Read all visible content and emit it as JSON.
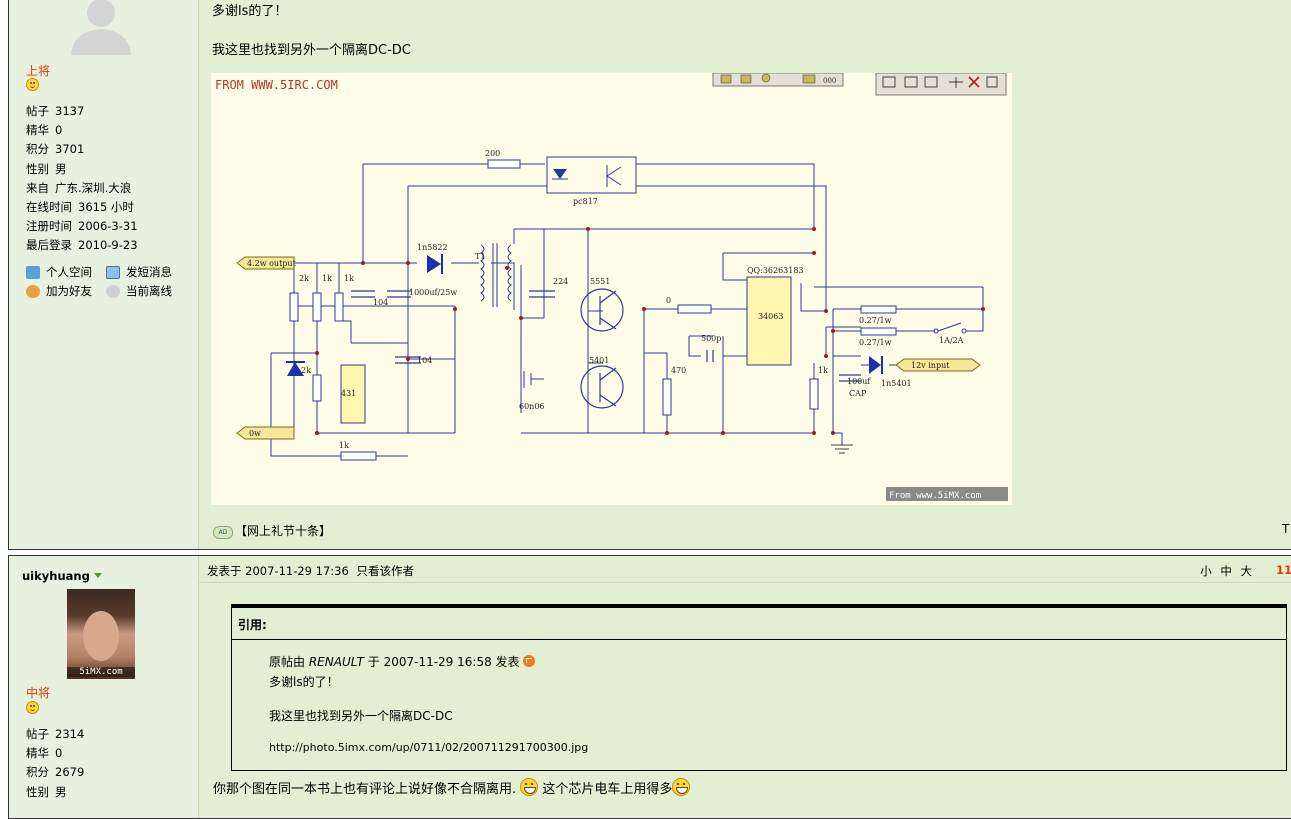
{
  "post1": {
    "rank": "上将",
    "stats": [
      {
        "label": "帖子",
        "value": "3137"
      },
      {
        "label": "精华",
        "value": "0"
      },
      {
        "label": "积分",
        "value": "3701"
      },
      {
        "label": "性别",
        "value": "男"
      },
      {
        "label": "来自",
        "value": "广东.深圳.大浪"
      },
      {
        "label": "在线时间",
        "value": "3615 小时"
      },
      {
        "label": "注册时间",
        "value": "2006-3-31"
      },
      {
        "label": "最后登录",
        "value": "2010-9-23"
      }
    ],
    "actions": {
      "space": "个人空间",
      "message": "发短消息",
      "friend": "加为好友",
      "offline": "当前离线"
    },
    "line1": "多谢ls的了！",
    "line2": "我这里也找到另外一个隔离DC-DC",
    "ad_badge": "AD",
    "ad_text": "【网上礼节十条】",
    "top_link": "T",
    "schematic": {
      "watermark_top": "FROM WWW.5IRC.COM",
      "watermark_bottom": "From www.5iMX.com",
      "labels": {
        "r200": "200",
        "pc817": "pc817",
        "d1": "1n5822",
        "t1": "T1",
        "out": "4.2w output",
        "r2k": "2k",
        "r1k_a": "1k",
        "r1k_b": "1k",
        "c104a": "104",
        "c1000": "1000uf/25w",
        "c224": "224",
        "q5551": "5551",
        "q5401": "5401",
        "r0": "0",
        "qq": "QQ:36263183",
        "ic": "34063",
        "r027a": "0.27/1w",
        "r027b": "0.27/1w",
        "c500p": "500p",
        "sw": "1A/2A",
        "d2": "1n5401",
        "in": "12v input",
        "r1k_c": "1k",
        "cap100": "100uf",
        "cap": "CAP",
        "r470": "470",
        "c104b": "104",
        "u431": "431",
        "r2k_b": "2k",
        "m60": "60n06",
        "zero": "0w",
        "r1k_d": "1k"
      }
    }
  },
  "post2": {
    "username": "uikyhuang",
    "avatar_watermark": "5iMX.com",
    "rank": "中将",
    "stats": [
      {
        "label": "帖子",
        "value": "2314"
      },
      {
        "label": "精华",
        "value": "0"
      },
      {
        "label": "积分",
        "value": "2679"
      },
      {
        "label": "性别",
        "value": "男"
      }
    ],
    "posted": "发表于 2007-11-29 17:36",
    "only_author": "只看该作者",
    "font_small": "小",
    "font_mid": "中",
    "font_big": "大",
    "floor": "11",
    "quote": {
      "title": "引用:",
      "prefix": "原帖由",
      "author": "RENAULT",
      "suffix": "于 2007-11-29 16:58 发表",
      "line1": "多谢ls的了！",
      "line2": "我这里也找到另外一个隔离DC-DC",
      "url": "http://photo.5imx.com/up/0711/02/200711291700300.jpg"
    },
    "reply_a": "你那个图在同一本书上也有评论上说好像不合隔离用.",
    "reply_b": "这个芯片电车上用得多"
  },
  "colors": {
    "rank": "#e03b00",
    "floor": "#e03b00",
    "bg": "#e3efd3"
  }
}
